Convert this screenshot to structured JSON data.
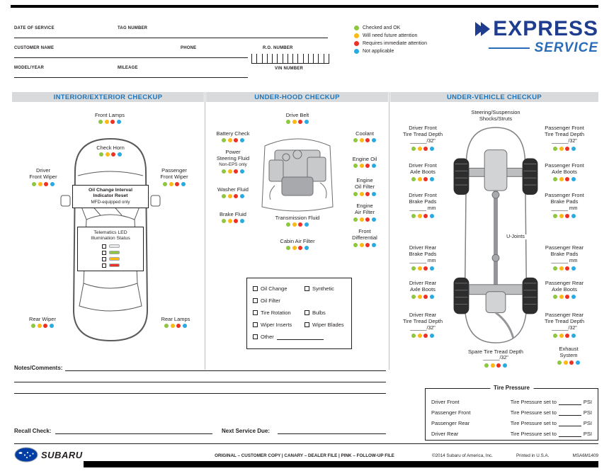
{
  "form": {
    "date_of_service": "DATE OF SERVICE",
    "tag_number": "TAG NUMBER",
    "customer_name": "CUSTOMER NAME",
    "phone": "PHONE",
    "ro_number": "R.O. NUMBER",
    "model_year": "MODEL/YEAR",
    "mileage": "MILEAGE",
    "vin_number": "VIN NUMBER"
  },
  "legend": {
    "items": [
      {
        "label": "Checked and OK",
        "color": "#8dc63f"
      },
      {
        "label": "Will need future attention",
        "color": "#fdb813"
      },
      {
        "label": "Requires immediate attention",
        "color": "#ee3124"
      },
      {
        "label": "Not applicable",
        "color": "#29abe2"
      }
    ]
  },
  "brand": {
    "express": "EXPRESS",
    "service": "SERVICE"
  },
  "interior": {
    "title": "INTERIOR/EXTERIOR CHECKUP",
    "front_lamps": "Front Lamps",
    "check_horn": "Check Horn",
    "driver_wiper_l1": "Driver",
    "driver_wiper_l2": "Front Wiper",
    "passenger_wiper_l1": "Passenger",
    "passenger_wiper_l2": "Front Wiper",
    "oil_box_l1": "Oil Change Interval",
    "oil_box_l2": "Indicator Reset",
    "oil_box_l3": "MFD-equipped only",
    "telematics_l1": "Telematics LED",
    "telematics_l2": "Illumination Status",
    "telematics_leds": [
      "#e6e7e8",
      "#8dc63f",
      "#fdb813",
      "#ee3124"
    ],
    "rear_wiper": "Rear Wiper",
    "rear_lamps": "Rear Lamps"
  },
  "under_hood": {
    "title": "UNDER-HOOD CHECKUP",
    "drive_belt": "Drive Belt",
    "battery_check": "Battery Check",
    "psf_l1": "Power",
    "psf_l2": "Steering Fluid",
    "psf_l3": "Non-EPS only",
    "washer_fluid": "Washer Fluid",
    "brake_fluid": "Brake Fluid",
    "coolant": "Coolant",
    "engine_oil": "Engine Oil",
    "engine_oil_filter_l1": "Engine",
    "engine_oil_filter_l2": "Oil Filter",
    "engine_air_filter_l1": "Engine",
    "engine_air_filter_l2": "Air Filter",
    "transmission_fluid": "Transmission Fluid",
    "cabin_air_filter": "Cabin Air Filter",
    "front_differential_l1": "Front",
    "front_differential_l2": "Differential",
    "services": [
      {
        "left": "Oil Change",
        "right": "Synthetic"
      },
      {
        "left": "Oil Filter",
        "right": ""
      },
      {
        "left": "Tire Rotation",
        "right": "Bulbs"
      },
      {
        "left": "Wiper Inserts",
        "right": "Wiper Blades"
      },
      {
        "left": "Other",
        "right": ""
      }
    ]
  },
  "under_vehicle": {
    "title": "UNDER-VEHICLE CHECKUP",
    "steering_l1": "Steering/Suspension",
    "steering_l2": "Shocks/Struts",
    "u_joints": "U-Joints",
    "left_items": [
      {
        "l1": "Driver Front",
        "l2": "Tire Tread Depth",
        "blank": "______/32\""
      },
      {
        "l1": "Driver Front",
        "l2": "Axle Boots",
        "blank": ""
      },
      {
        "l1": "Driver Front",
        "l2": "Brake Pads",
        "blank": "______ mm"
      },
      {
        "l1": "Driver Rear",
        "l2": "Brake Pads",
        "blank": "______ mm"
      },
      {
        "l1": "Driver Rear",
        "l2": "Axle Boots",
        "blank": ""
      },
      {
        "l1": "Driver Rear",
        "l2": "Tire Tread Depth",
        "blank": "______/32\""
      }
    ],
    "right_items": [
      {
        "l1": "Passenger Front",
        "l2": "Tire Tread Depth",
        "blank": "______/32\""
      },
      {
        "l1": "Passenger Front",
        "l2": "Axle Boots",
        "blank": ""
      },
      {
        "l1": "Passenger Front",
        "l2": "Brake Pads",
        "blank": "______ mm"
      },
      {
        "l1": "Passenger Rear",
        "l2": "Brake Pads",
        "blank": "______ mm"
      },
      {
        "l1": "Passenger Rear",
        "l2": "Axle Boots",
        "blank": ""
      },
      {
        "l1": "Passenger Rear",
        "l2": "Tire Tread Depth",
        "blank": "______/32\""
      }
    ],
    "spare_label": "Spare Tire Tread Depth",
    "spare_blank": "______/32\"",
    "exhaust_l1": "Exhaust",
    "exhaust_l2": "System"
  },
  "tire_pressure": {
    "title": "Tire Pressure",
    "set_text": "Tire Pressure set to",
    "unit": "PSI",
    "rows": [
      {
        "label": "Driver Front"
      },
      {
        "label": "Passenger Front"
      },
      {
        "label": "Passenger Rear"
      },
      {
        "label": "Driver Rear"
      }
    ]
  },
  "bottom": {
    "notes_label": "Notes/Comments:",
    "recall_label": "Recall Check:",
    "next_service_label": "Next Service Due:"
  },
  "footer": {
    "brand": "SUBARU",
    "copies": "ORIGINAL – CUSTOMER COPY  |  CANARY – DEALER FILE  |  PINK – FOLLOW-UP FILE",
    "copyright": "©2014 Subaru of America, Inc.",
    "printed": "Printed in U.S.A.",
    "code": "MSA6M1409"
  },
  "colors": {
    "section_header_text": "#1b75bc",
    "section_header_bg": "#d9dadb",
    "logo_navy": "#1e3d8f",
    "logo_blue": "#2b6cb8"
  }
}
